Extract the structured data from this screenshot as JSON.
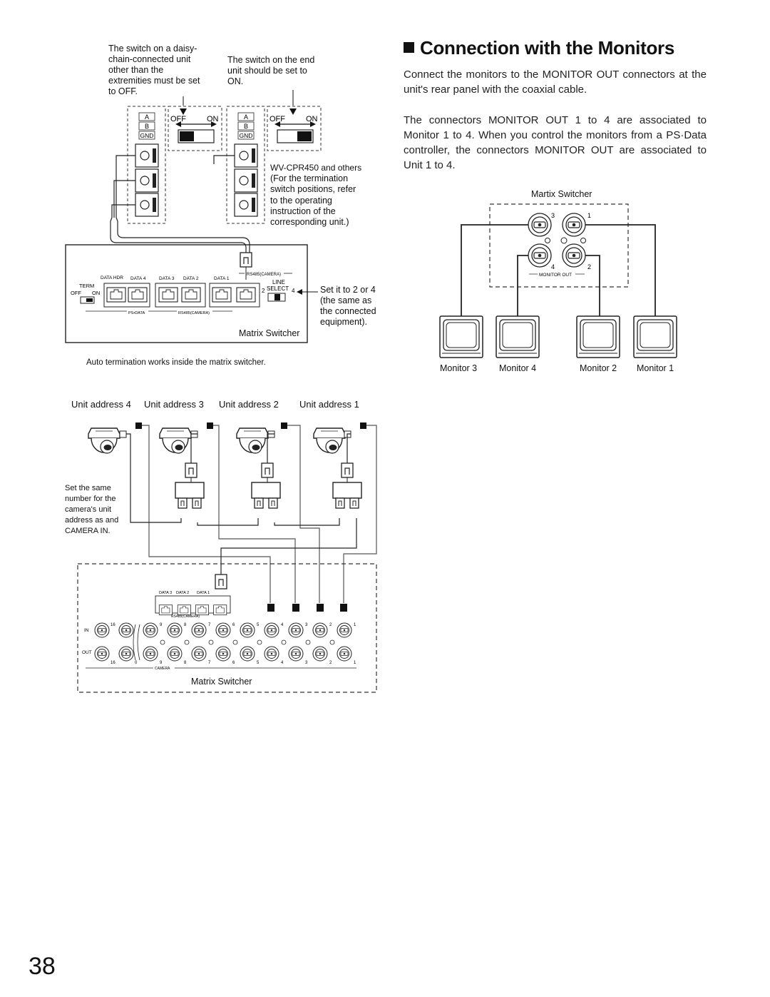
{
  "section": {
    "title": "Connection with the Monitors",
    "para1": "Connect the monitors to the MONITOR OUT connectors at the unit's rear panel with the coaxial cable.",
    "para2": "The connectors MONITOR OUT 1 to 4 are associated to Monitor 1 to 4. When you control the monitors from a PS·Data controller, the connectors MONITOR OUT are associated to Unit 1 to 4."
  },
  "termination": {
    "note_left": [
      "The switch on a daisy-",
      "chain-connected unit",
      "other than the",
      "extremities must be set",
      "to OFF."
    ],
    "note_right": [
      "The switch on the end",
      "unit should be set to",
      "ON."
    ],
    "terminal_labels": [
      "A",
      "B",
      "GND"
    ],
    "switch_off": "OFF",
    "switch_on": "ON",
    "wv_note": [
      "WV-CPR450 and others",
      "(For the termination",
      "switch positions, refer",
      "to the operating",
      "instruction of the",
      "corresponding unit.)"
    ],
    "ports": [
      "DATA HDR",
      "DATA 4",
      "DATA 3",
      "DATA 2",
      "DATA 1"
    ],
    "rs485_camera": "RS485(CAMERA)",
    "term": "TERM",
    "ps_data": "PS•DATA",
    "line": "LINE",
    "select": "SELECT",
    "select_2": "2",
    "select_4": "4",
    "set_note": [
      "Set it to 2 or 4",
      "(the same as",
      "the connected",
      "equipment)."
    ],
    "panel_label": "Matrix Switcher",
    "auto_note": "Auto termination works inside the matrix switcher."
  },
  "monitors": {
    "switcher_label": "Martix Switcher",
    "connector_numbers": [
      "3",
      "1",
      "4",
      "2"
    ],
    "monitor_out": "MONITOR OUT",
    "labels": [
      "Monitor 3",
      "Monitor 4",
      "Monitor 2",
      "Monitor 1"
    ]
  },
  "cameras": {
    "unit_addresses": [
      "Unit address 4",
      "Unit address 3",
      "Unit address 2",
      "Unit address 1"
    ],
    "note": [
      "Set the same",
      "number for the",
      "camera's unit",
      "address as and",
      "CAMERA IN."
    ],
    "data_ports": [
      "DATA 3",
      "DATA 2",
      "DATA 1"
    ],
    "rs485": "RS485(CAMERA)",
    "in": "IN",
    "out": "OUT",
    "numbers": [
      "16",
      "9",
      "8",
      "7",
      "6",
      "5",
      "4",
      "3",
      "2",
      "1"
    ],
    "out_numbers": [
      "16",
      "0",
      "9",
      "8",
      "7",
      "6",
      "5",
      "4",
      "3",
      "2",
      "1"
    ],
    "camera_label": "CAMERA",
    "panel_label": "Matrix Switcher"
  },
  "page": {
    "number": "38"
  }
}
